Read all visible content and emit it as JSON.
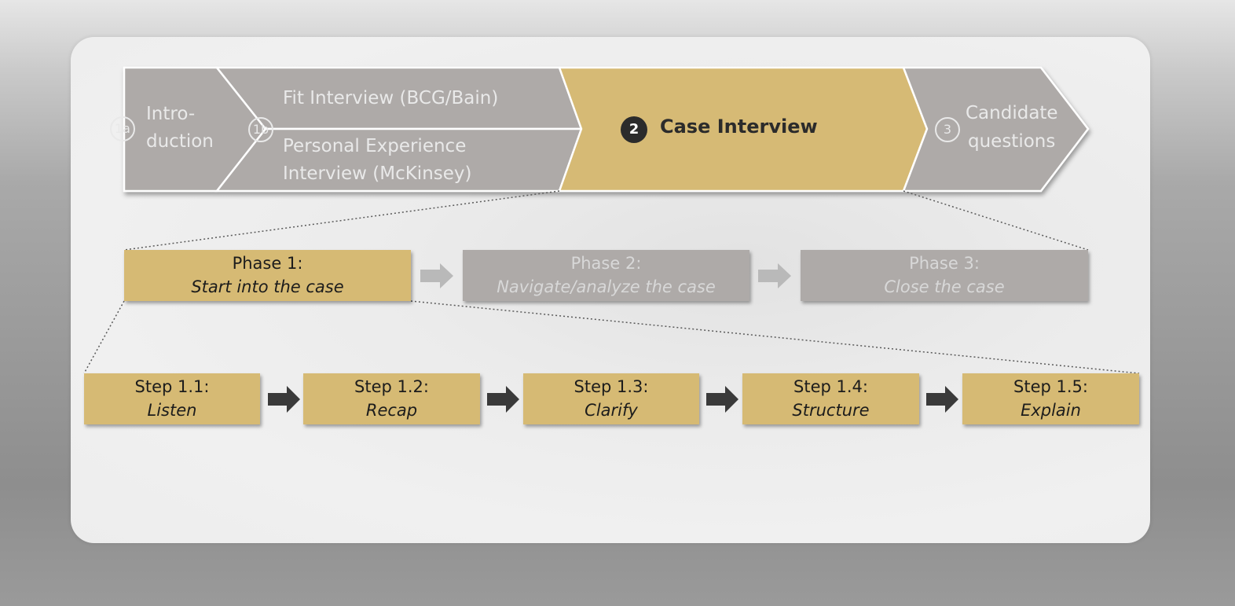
{
  "header": {
    "intro": {
      "badge": "1a",
      "line1": "Intro-",
      "line2": "duction"
    },
    "fit": {
      "badge": "1b",
      "top": "Fit Interview (BCG/Bain)",
      "bottom_line1": "Personal Experience",
      "bottom_line2": "Interview (McKinsey)"
    },
    "case": {
      "badge": "2",
      "label": "Case Interview"
    },
    "candidate": {
      "badge": "3",
      "line1": "Candidate",
      "line2": "questions"
    }
  },
  "phases": [
    {
      "line1": "Phase 1:",
      "line2": "Start into the case",
      "active": true
    },
    {
      "line1": "Phase 2:",
      "line2": "Navigate/analyze the case",
      "active": false
    },
    {
      "line1": "Phase 3:",
      "line2": "Close the case",
      "active": false
    }
  ],
  "steps": [
    {
      "line1": "Step 1.1:",
      "line2": "Listen"
    },
    {
      "line1": "Step 1.2:",
      "line2": "Recap"
    },
    {
      "line1": "Step 1.3:",
      "line2": "Clarify"
    },
    {
      "line1": "Step 1.4:",
      "line2": "Structure"
    },
    {
      "line1": "Step 1.5:",
      "line2": "Explain"
    }
  ],
  "colors": {
    "active": "#d6ba74",
    "inactive": "#aeaaa8",
    "arrow_dark": "#3a3a3a",
    "arrow_light": "#b9b9b9"
  }
}
